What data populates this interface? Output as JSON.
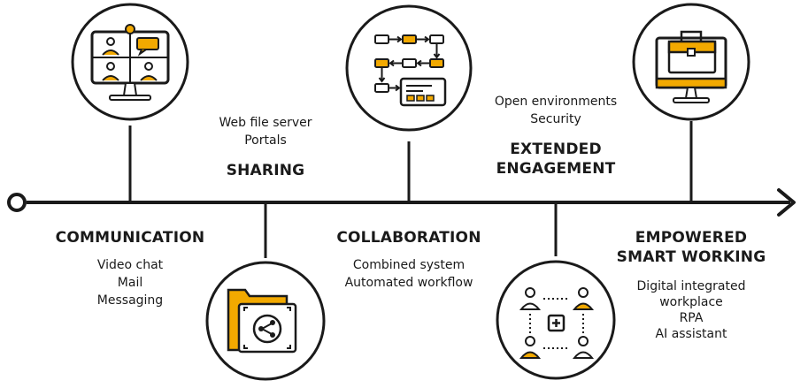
{
  "colors": {
    "accent": "#f2a900",
    "line": "#1a1a1a",
    "background": "#ffffff"
  },
  "stages": [
    {
      "title": "COMMUNICATION",
      "items": [
        "Video chat",
        "Mail",
        "Messaging"
      ],
      "icon": "video-conference-monitor-icon"
    },
    {
      "title": "SHARING",
      "items": [
        "Web file server",
        "Portals"
      ],
      "icon": "shared-folder-icon"
    },
    {
      "title": "COLLABORATION",
      "items": [
        "Combined system",
        "Automated workflow"
      ],
      "icon": "workflow-diagram-icon"
    },
    {
      "title": "EXTENDED ENGAGEMENT",
      "title_lines": [
        "EXTENDED",
        "ENGAGEMENT"
      ],
      "items": [
        "Open environments",
        "Security"
      ],
      "icon": "team-connect-icon"
    },
    {
      "title": "EMPOWERED SMART WORKING",
      "title_lines": [
        "EMPOWERED",
        "SMART WORKING"
      ],
      "items": [
        "Digital integrated",
        "workplace",
        "RPA",
        "AI assistant"
      ],
      "icon": "briefcase-monitor-icon"
    }
  ]
}
